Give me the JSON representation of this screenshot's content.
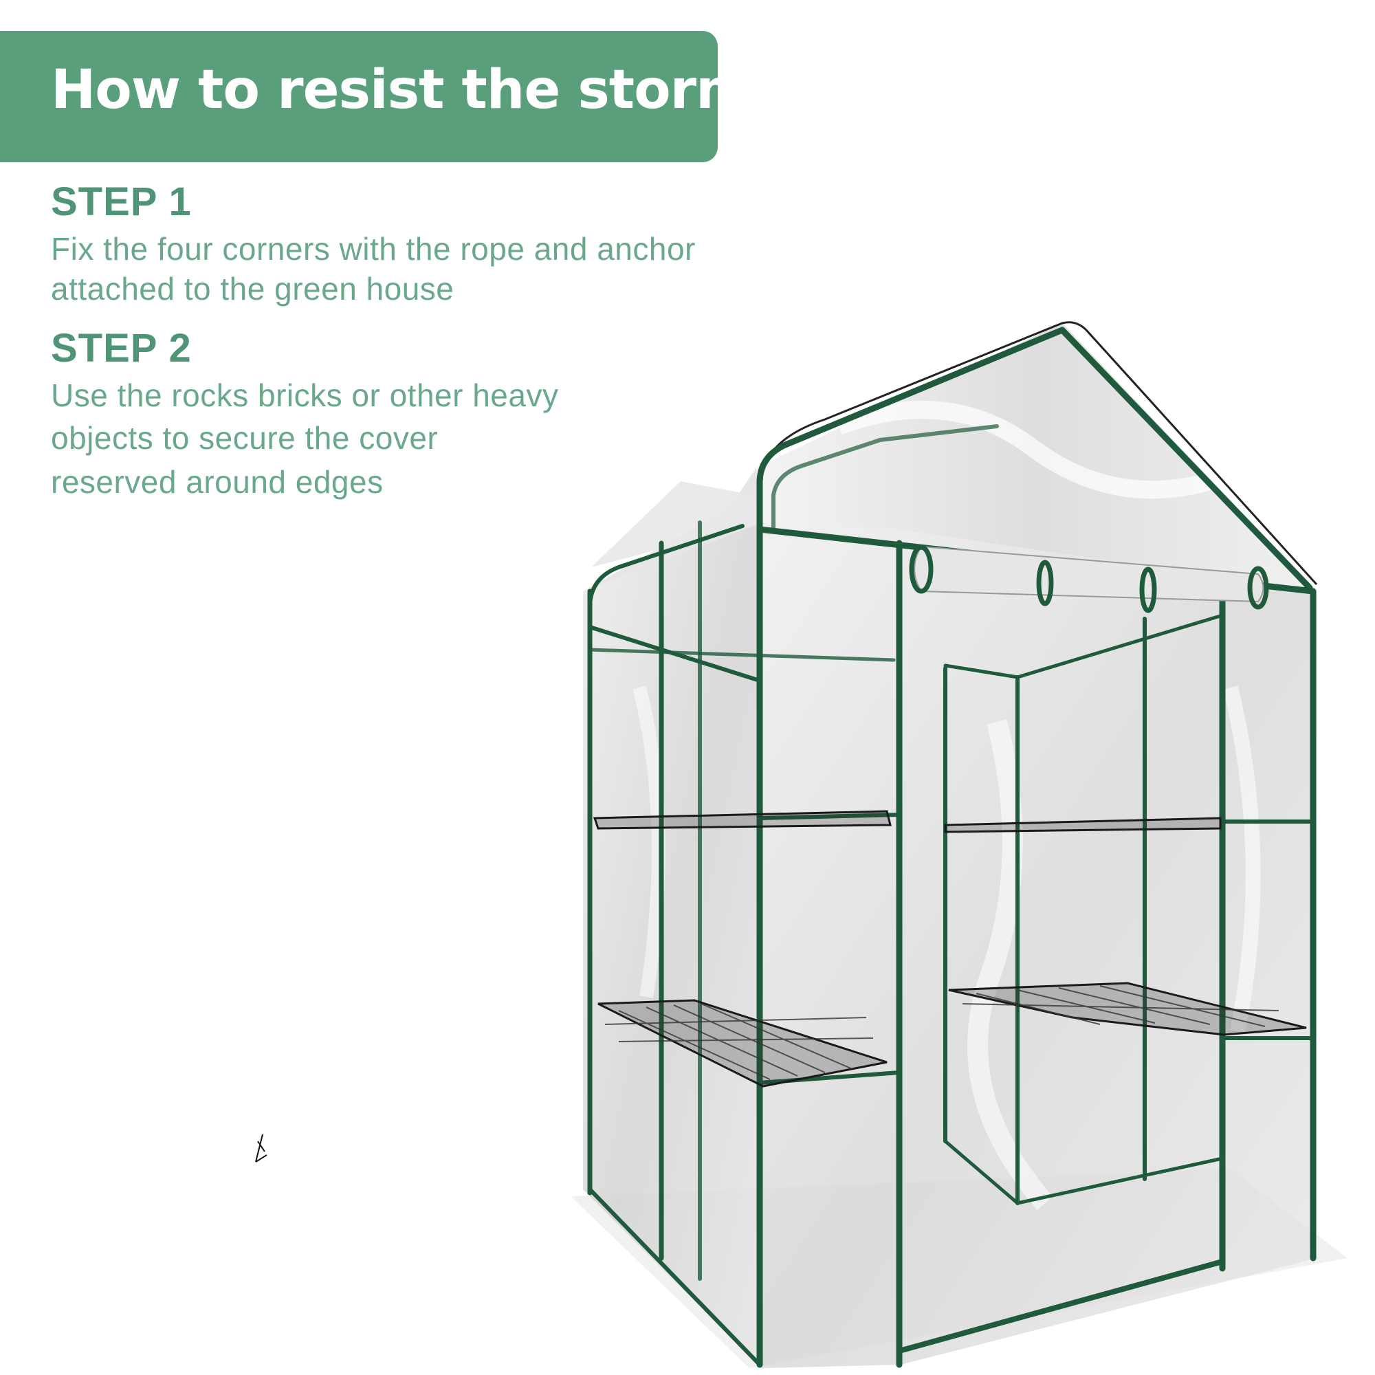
{
  "header": {
    "title": "How to resist the storm?"
  },
  "steps": [
    {
      "heading": "STEP 1",
      "lines": [
        "Fix the four corners with the rope and anchor",
        "attached to the green house"
      ]
    },
    {
      "heading": "STEP 2",
      "lines": [
        "Use the rocks bricks or other heavy",
        "objects to secure the cover",
        "reserved around edges"
      ]
    }
  ],
  "colors": {
    "banner": "#5a9f7c",
    "heading": "#4f9474",
    "body_text": "#69a88a",
    "frame": "#1f5a3c"
  }
}
